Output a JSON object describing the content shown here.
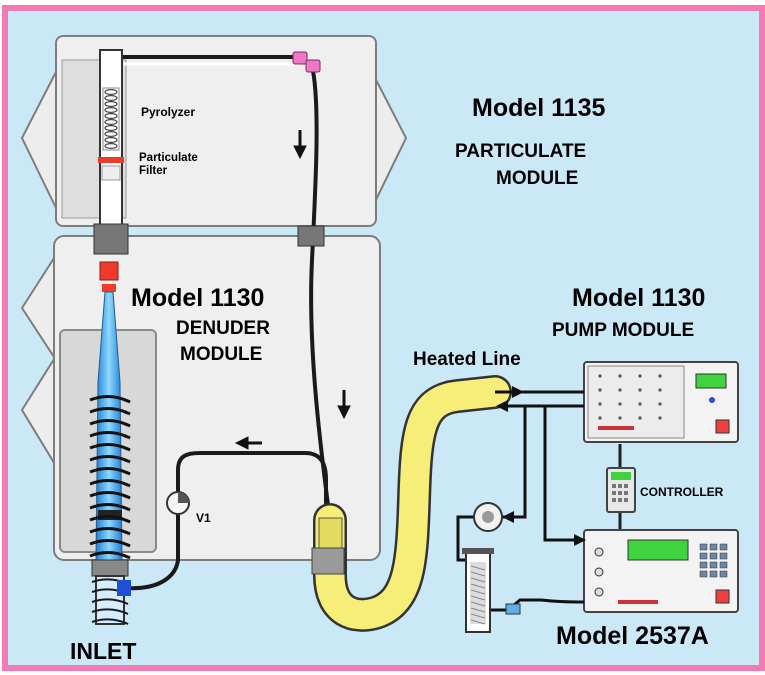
{
  "labels": {
    "pyrolyzer": "Pyrolyzer",
    "particulate_filter_line1": "Particulate",
    "particulate_filter_line2": "Filter",
    "model_1135": "Model 1135",
    "particulate_module_line1": "PARTICULATE",
    "particulate_module_line2": "MODULE",
    "model_1130_denuder": "Model 1130",
    "denuder_module_line1": "DENUDER",
    "denuder_module_line2": "MODULE",
    "model_1130_pump": "Model 1130",
    "pump_module": "PUMP MODULE",
    "heated_line": "Heated Line",
    "controller": "CONTROLLER",
    "valve_v1": "V1",
    "inlet": "INLET",
    "model_2537a": "Model 2537A"
  },
  "colors": {
    "background": "#cbe8f7",
    "border": "#f27ab5",
    "module_case": "#ececec",
    "heated_line": "#f6ee79",
    "denuder_glow": "#3fa9f5",
    "filter_red": "#ef3b2c",
    "display_green": "#3fd43f",
    "fitting_magenta": "#ee77c6"
  }
}
